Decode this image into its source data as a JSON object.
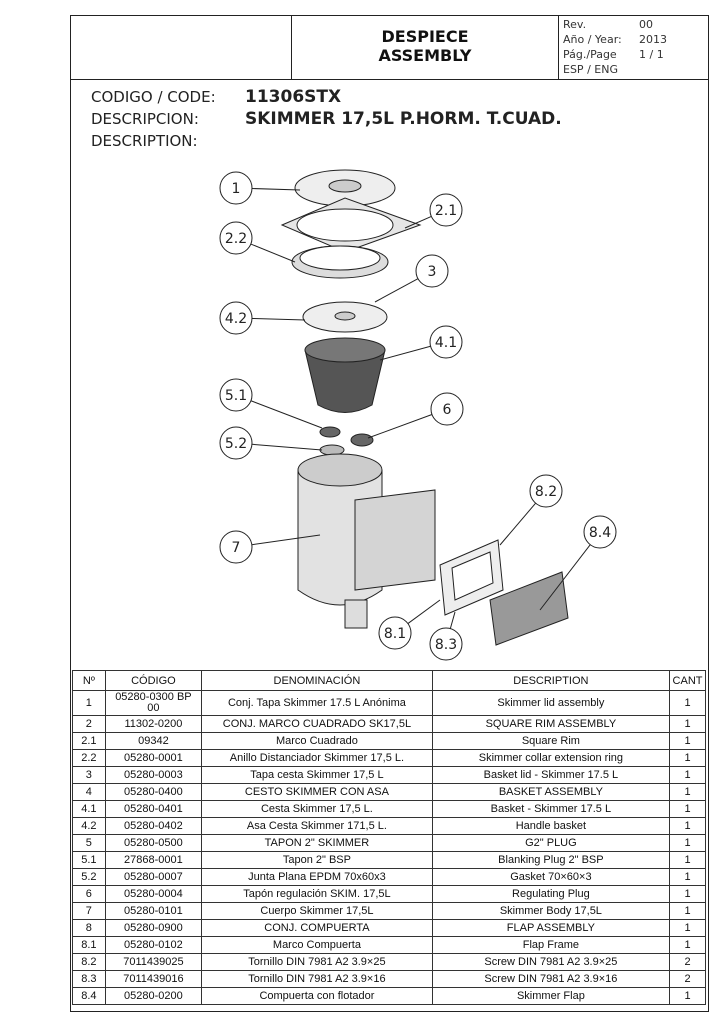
{
  "header": {
    "title1": "DESPIECE",
    "title2": "ASSEMBLY",
    "meta": [
      {
        "label": "Rev.",
        "value": "00"
      },
      {
        "label": "Año / Year:",
        "value": "2013"
      },
      {
        "label": "Pág./Page",
        "value": "1 / 1"
      },
      {
        "label": "ESP / ENG",
        "value": ""
      }
    ]
  },
  "info": {
    "code_label": "CODIGO / CODE:",
    "code": "11306STX",
    "desc_label": "DESCRIPCION:",
    "desc": "SKIMMER 17,5L P.HORM. T.CUAD.",
    "desc_label2": "DESCRIPTION:"
  },
  "callouts": [
    "1",
    "2.1",
    "2.2",
    "3",
    "4.2",
    "4.1",
    "5.1",
    "6",
    "5.2",
    "8.2",
    "8.4",
    "7",
    "8.1",
    "8.3"
  ],
  "table": {
    "headers": [
      "Nº",
      "CÓDIGO",
      "DENOMINACIÓN",
      "DESCRIPTION",
      "CANT"
    ],
    "rows": [
      [
        "1",
        "05280-0300 BP 00",
        "Conj. Tapa Skimmer 17.5 L Anónima",
        "Skimmer lid assembly",
        "1"
      ],
      [
        "2",
        "11302-0200",
        "CONJ. MARCO CUADRADO SK17,5L",
        "SQUARE RIM ASSEMBLY",
        "1"
      ],
      [
        "2.1",
        "09342",
        "Marco Cuadrado",
        "Square Rim",
        "1"
      ],
      [
        "2.2",
        "05280-0001",
        "Anillo Distanciador Skimmer 17,5 L.",
        "Skimmer collar extension ring",
        "1"
      ],
      [
        "3",
        "05280-0003",
        "Tapa cesta Skimmer 17,5 L",
        "Basket lid - Skimmer 17.5 L",
        "1"
      ],
      [
        "4",
        "05280-0400",
        "CESTO SKIMMER CON ASA",
        "BASKET ASSEMBLY",
        "1"
      ],
      [
        "4.1",
        "05280-0401",
        "Cesta Skimmer 17,5 L.",
        "Basket - Skimmer 17.5 L",
        "1"
      ],
      [
        "4.2",
        "05280-0402",
        "Asa Cesta Skimmer 171,5 L.",
        "Handle basket",
        "1"
      ],
      [
        "5",
        "05280-0500",
        "TAPON 2\" SKIMMER",
        "G2\" PLUG",
        "1"
      ],
      [
        "5.1",
        "27868-0001",
        "Tapon 2\" BSP",
        "Blanking Plug 2\" BSP",
        "1"
      ],
      [
        "5.2",
        "05280-0007",
        "Junta Plana EPDM 70x60x3",
        "Gasket 70×60×3",
        "1"
      ],
      [
        "6",
        "05280-0004",
        "Tapón regulación SKIM. 17,5L",
        "Regulating Plug",
        "1"
      ],
      [
        "7",
        "05280-0101",
        "Cuerpo Skimmer 17,5L",
        "Skimmer Body 17,5L",
        "1"
      ],
      [
        "8",
        "05280-0900",
        "CONJ. COMPUERTA",
        "FLAP ASSEMBLY",
        "1"
      ],
      [
        "8.1",
        "05280-0102",
        "Marco Compuerta",
        "Flap Frame",
        "1"
      ],
      [
        "8.2",
        "7011439025",
        "Tornillo DIN 7981 A2 3.9×25",
        "Screw DIN 7981 A2 3.9×25",
        "2"
      ],
      [
        "8.3",
        "7011439016",
        "Tornillo DIN 7981 A2 3.9×16",
        "Screw DIN 7981 A2 3.9×16",
        "2"
      ],
      [
        "8.4",
        "05280-0200",
        "Compuerta con flotador",
        "Skimmer Flap",
        "1"
      ]
    ]
  }
}
